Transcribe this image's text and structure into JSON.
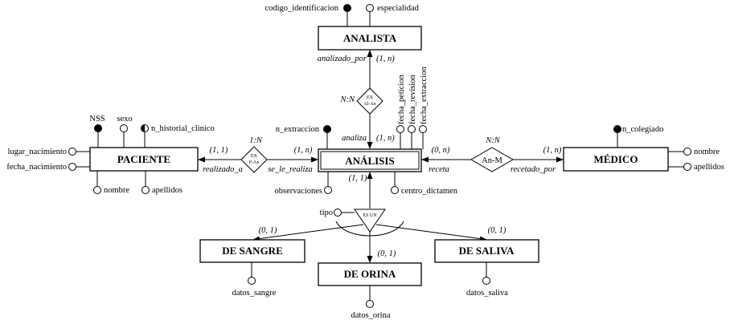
{
  "entities": {
    "analista": "ANALISTA",
    "paciente": "PACIENTE",
    "analisis": "ANÁLISIS",
    "medico": "MÉDICO",
    "de_sangre": "DE SANGRE",
    "de_orina": "DE ORINA",
    "de_saliva": "DE SALIVA"
  },
  "attributes": {
    "codigo_identificacion": "codigo_identificacion",
    "especialidad": "especialidad",
    "nss": "NSS",
    "sexo": "sexo",
    "n_historial_clinico": "n_historial_clinico",
    "lugar_nacimiento": "lugar_nacimiento",
    "fecha_nacimiento": "fecha_nacimiento",
    "nombre_paciente": "nombre",
    "apellidos_paciente": "apellidos",
    "n_extraccion": "n_extraccion",
    "fecha_peticion": "fecha_peticion",
    "fecha_revision": "fecha_revision",
    "fecha_extraccion": "fecha_extraccion",
    "observaciones": "observaciones",
    "centro_dictamen": "centro_dictamen",
    "n_colegiado": "n_colegiado",
    "nombre_medico": "nombre",
    "apellidos_medico": "apellidos",
    "tipo": "tipo",
    "datos_sangre": "datos_sangre",
    "datos_orina": "datos_orina",
    "datos_saliva": "datos_saliva"
  },
  "relationships": {
    "analista_rel_label": "EX",
    "analista_rel_sub": "Al-An",
    "analista_type": "N:N",
    "paciente_rel_label": "EX",
    "paciente_rel_sub": "P-An",
    "paciente_type": "1:N",
    "medico_rel_label": "An-M",
    "medico_type": "N:N",
    "isa_label": "ES UN"
  },
  "roles": {
    "analizado_por": "analizado_por",
    "analiza": "analiza",
    "realizado_a": "realizado_a",
    "se_le_realiza": "se_le_realiza",
    "receta": "receta",
    "recetado_por": "recetado_por"
  },
  "cardinalities": {
    "analista_side": "(1, n)",
    "analisis_analista": "(1, n)",
    "paciente_side": "(1, 1)",
    "analisis_paciente": "(1, n)",
    "analisis_medico": "(0, n)",
    "medico_side": "(1, n)",
    "analisis_isa": "(1, 1)",
    "sangre": "(0, 1)",
    "orina": "(0, 1)",
    "saliva": "(0, 1)"
  }
}
